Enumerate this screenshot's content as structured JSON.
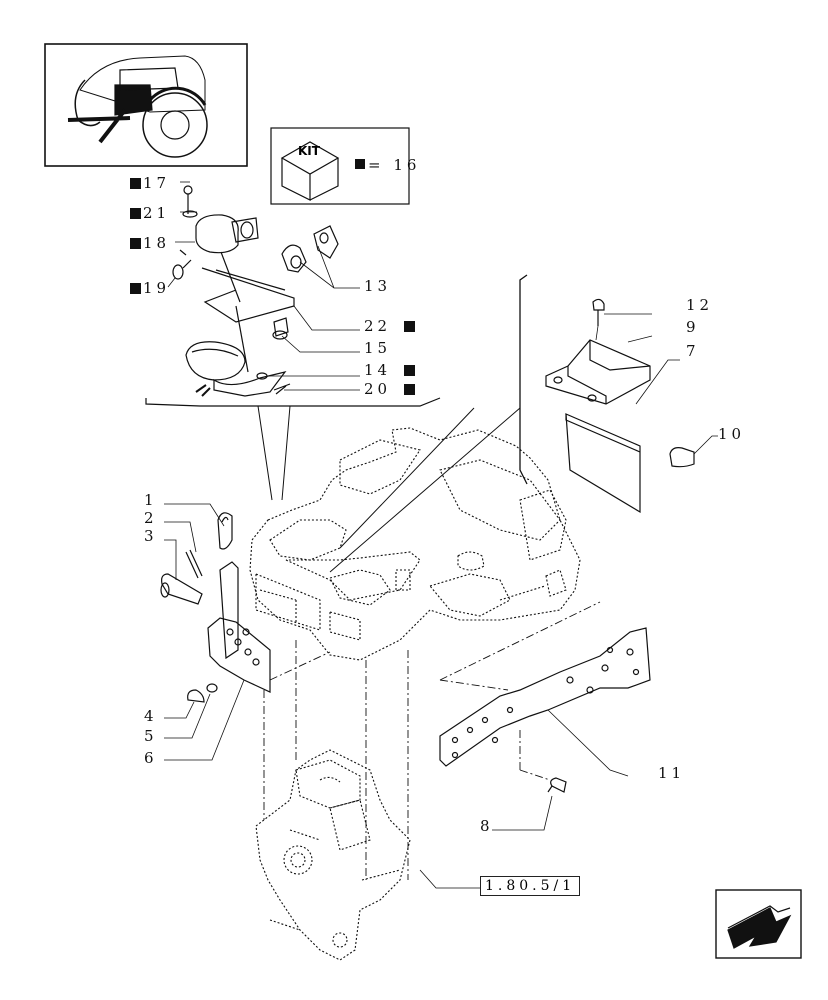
{
  "kit": {
    "label": "KIT",
    "equals_text": "= 16"
  },
  "reference": "1.80.5/1",
  "labels": {
    "l1": "1",
    "l2": "2",
    "l3": "3",
    "l4": "4",
    "l5": "5",
    "l6": "6",
    "l7": "7",
    "l8": "8",
    "l9": "9",
    "l10": "10",
    "l11": "11",
    "l12": "12",
    "l13": "13",
    "l14": "14",
    "l15": "15",
    "l17": "17",
    "l18": "18",
    "l19": "19",
    "l20": "20",
    "l21": "21",
    "l22": "22"
  },
  "icons": {
    "thumbnail": "tractor-front-thumbnail-icon",
    "kit": "kit-box-icon",
    "nav": "navigation-arrow-icon"
  },
  "colors": {
    "ink": "#111111",
    "paper": "#ffffff"
  }
}
